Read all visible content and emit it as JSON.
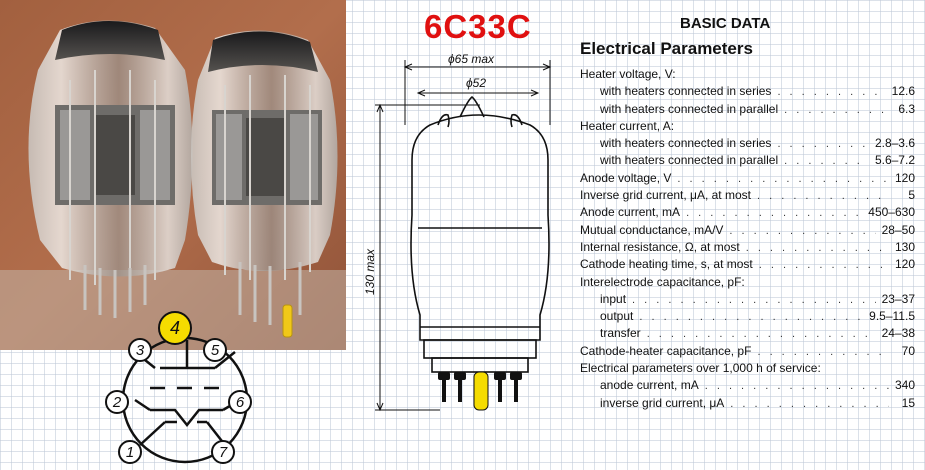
{
  "tube_name": "6C33C",
  "heading": "BASIC DATA",
  "subheading": "Electrical Parameters",
  "drawing": {
    "dim_outer": "ϕ65 max",
    "dim_inner": "ϕ52",
    "dim_height": "130 max"
  },
  "pinout": {
    "pins": [
      "1",
      "2",
      "3",
      "4",
      "5",
      "6",
      "7"
    ],
    "highlight_pin": "4",
    "highlight_color": "#f5dc00"
  },
  "params": [
    {
      "label": "Heater voltage, V:",
      "value": "",
      "indent": false,
      "head": true
    },
    {
      "label": "with heaters connected in series",
      "value": "12.6",
      "indent": true,
      "head": false
    },
    {
      "label": "with heaters connected in parallel",
      "value": "6.3",
      "indent": true,
      "head": false
    },
    {
      "label": "Heater current, A:",
      "value": "",
      "indent": false,
      "head": true
    },
    {
      "label": "with heaters connected in series",
      "value": "2.8–3.6",
      "indent": true,
      "head": false
    },
    {
      "label": "with heaters connected in parallel",
      "value": "5.6–7.2",
      "indent": true,
      "head": false
    },
    {
      "label": "Anode voltage, V",
      "value": "120",
      "indent": false,
      "head": false
    },
    {
      "label": "Inverse grid current, μA, at most",
      "value": "5",
      "indent": false,
      "head": false
    },
    {
      "label": "Anode current, mA",
      "value": "450–630",
      "indent": false,
      "head": false
    },
    {
      "label": "Mutual conductance, mA/V",
      "value": "28–50",
      "indent": false,
      "head": false
    },
    {
      "label": "Internal resistance, Ω, at most",
      "value": "130",
      "indent": false,
      "head": false
    },
    {
      "label": "Cathode heating time, s, at most",
      "value": "120",
      "indent": false,
      "head": false
    },
    {
      "label": "Interelectrode capacitance, pF:",
      "value": "",
      "indent": false,
      "head": true
    },
    {
      "label": "input",
      "value": "23–37",
      "indent": true,
      "head": false
    },
    {
      "label": "output",
      "value": "9.5–11.5",
      "indent": true,
      "head": false
    },
    {
      "label": "transfer",
      "value": "24–38",
      "indent": true,
      "head": false
    },
    {
      "label": "Cathode-heater capacitance, pF",
      "value": "70",
      "indent": false,
      "head": false
    },
    {
      "label": "Electrical parameters over 1,000 h of service:",
      "value": "",
      "indent": false,
      "head": true
    },
    {
      "label": "anode current, mA",
      "value": "340",
      "indent": true,
      "head": false
    },
    {
      "label": "inverse grid current, μA",
      "value": "15",
      "indent": true,
      "head": false
    }
  ],
  "colors": {
    "title_red": "#e01010",
    "pin_highlight": "#f5dc00",
    "grid": "#bec8d7"
  }
}
